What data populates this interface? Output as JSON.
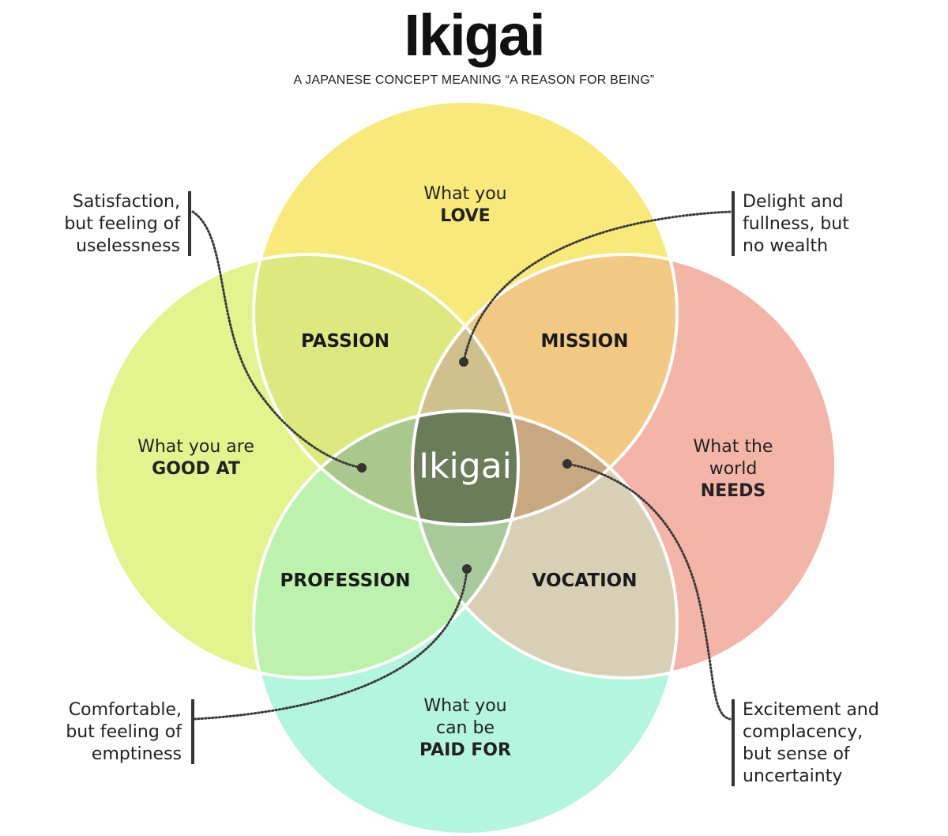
{
  "title": "Ikigai",
  "subtitle": "A JAPANESE CONCEPT MEANING “A REASON FOR BEING”",
  "circles": {
    "love": {
      "line1": "What you",
      "line2": "LOVE",
      "color": "#f8ea7a"
    },
    "good_at": {
      "line1": "What you are",
      "line2": "GOOD AT",
      "color": "#e3f48f"
    },
    "needs": {
      "line1": "What the",
      "line1b": "world",
      "line2": "NEEDS",
      "color": "#f3b5a8"
    },
    "paid": {
      "line1": "What you",
      "line1b": "can be",
      "line2": "PAID FOR",
      "color": "#b3f5df"
    }
  },
  "zones": {
    "passion": "PASSION",
    "mission": "MISSION",
    "profession": "PROFESSION",
    "vocation": "VOCATION"
  },
  "center": {
    "label": "Ikigai",
    "color": "#6b7c58"
  },
  "notes": {
    "top_left": [
      "Satisfaction,",
      "but feeling of",
      "uselessness"
    ],
    "top_right": [
      "Delight and",
      "fullness, but",
      "no wealth"
    ],
    "bottom_left": [
      "Comfortable,",
      "but feeling of",
      "emptiness"
    ],
    "bottom_right": [
      "Excitement and",
      "complacency,",
      "but sense of",
      "uncertainty"
    ]
  },
  "colors": {
    "passion": "#dde97e",
    "mission": "#f2c983",
    "profession": "#bdf2ae",
    "vocation": "#d8cfb5",
    "top_lens": "#cfc08e",
    "left_lens": "#a9c98c",
    "right_lens": "#c8a880",
    "bottom_lens": "#a8c99a"
  }
}
